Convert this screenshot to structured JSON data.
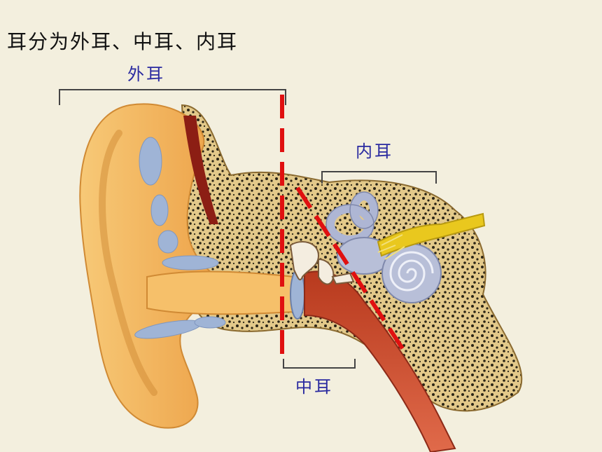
{
  "slide": {
    "title": "耳分为外耳、中耳、内耳"
  },
  "labels": {
    "outer_ear": "外耳",
    "middle_ear": "中耳",
    "inner_ear": "内耳"
  },
  "colors": {
    "background": "#f3efde",
    "label_text": "#2a2aa0",
    "divider_dash": "#e01010",
    "bracket": "#444444",
    "skin": "#f2b55c",
    "bone": "#e8c878",
    "canal": "#c9452a",
    "cochlea": "#b8bfd8",
    "nerve": "#e9c81e"
  }
}
